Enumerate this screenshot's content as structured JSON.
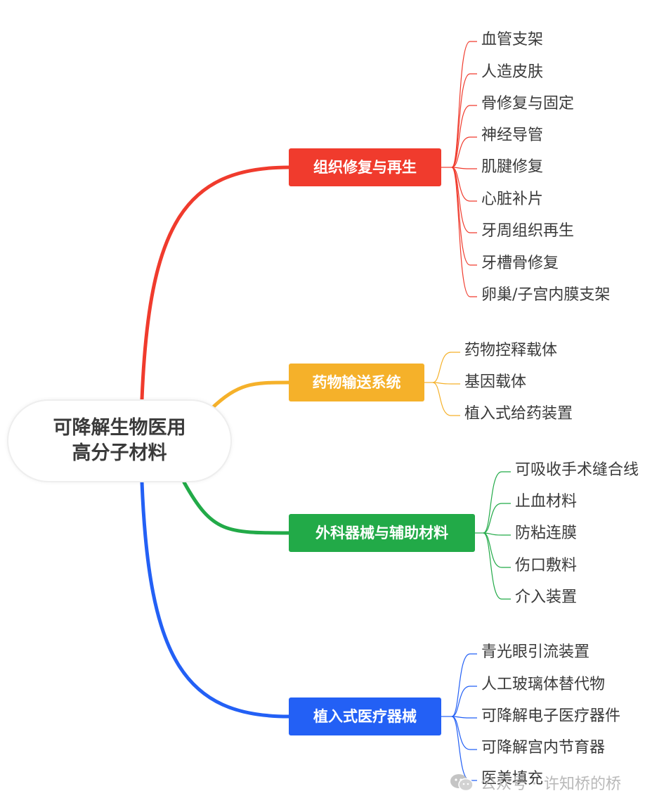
{
  "root": {
    "lines": [
      "可降解生物医用",
      "高分子材料"
    ]
  },
  "branches": [
    {
      "label": "组织修复与再生",
      "color": "#f03b2d",
      "children": [
        "血管支架",
        "人造皮肤",
        "骨修复与固定",
        "神经导管",
        "肌腱修复",
        "心脏补片",
        "牙周组织再生",
        "牙槽骨修复",
        "卵巢/子宫内膜支架"
      ]
    },
    {
      "label": "药物输送系统",
      "color": "#f5b12a",
      "children": [
        "药物控释载体",
        "基因载体",
        "植入式给药装置"
      ]
    },
    {
      "label": "外科器械与辅助材料",
      "color": "#22aa48",
      "children": [
        "可吸收手术缝合线",
        "止血材料",
        "防粘连膜",
        "伤口敷料",
        "介入装置"
      ]
    },
    {
      "label": "植入式医疗器械",
      "color": "#2360f5",
      "children": [
        "青光眼引流装置",
        "人工玻璃体替代物",
        "可降解电子医疗器件",
        "可降解宫内节育器",
        "医美填充"
      ]
    }
  ],
  "watermark": {
    "prefix": "公众号 ·",
    "name": "许知桥的桥",
    "icon": "wechat-icon"
  }
}
